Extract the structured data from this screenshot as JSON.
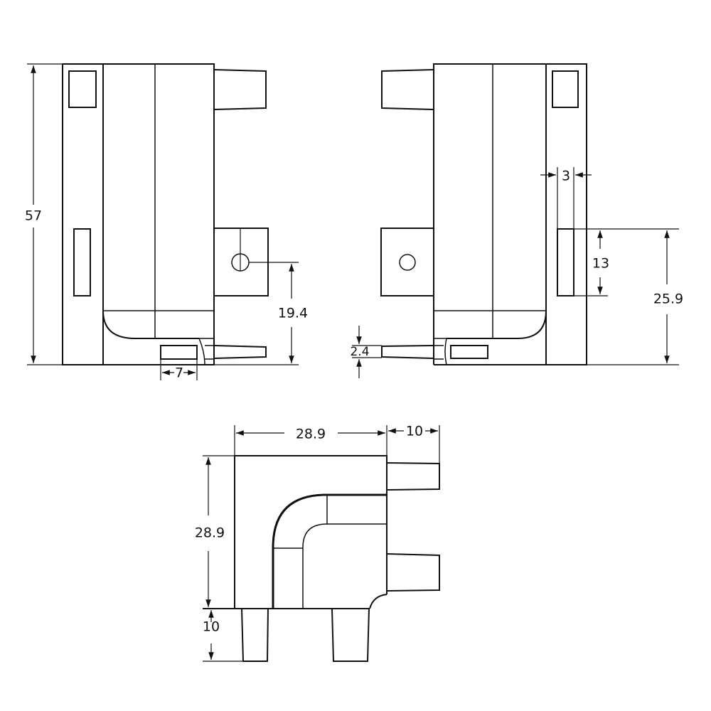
{
  "drawing": {
    "views": [
      "left-side-view",
      "right-side-view",
      "bottom-view"
    ],
    "line_color": "#111111",
    "background": "#ffffff"
  },
  "dimensions": {
    "left_height": "57",
    "left_hole_height": "19.4",
    "left_slot_width": "7",
    "right_wall_thickness": "3",
    "right_slot_height": "13",
    "right_slot_position": "25.9",
    "right_pin_thickness": "2.4",
    "bottom_width": "28.9",
    "bottom_pin_length_right": "10",
    "bottom_height": "28.9",
    "bottom_pin_length_down": "10"
  }
}
